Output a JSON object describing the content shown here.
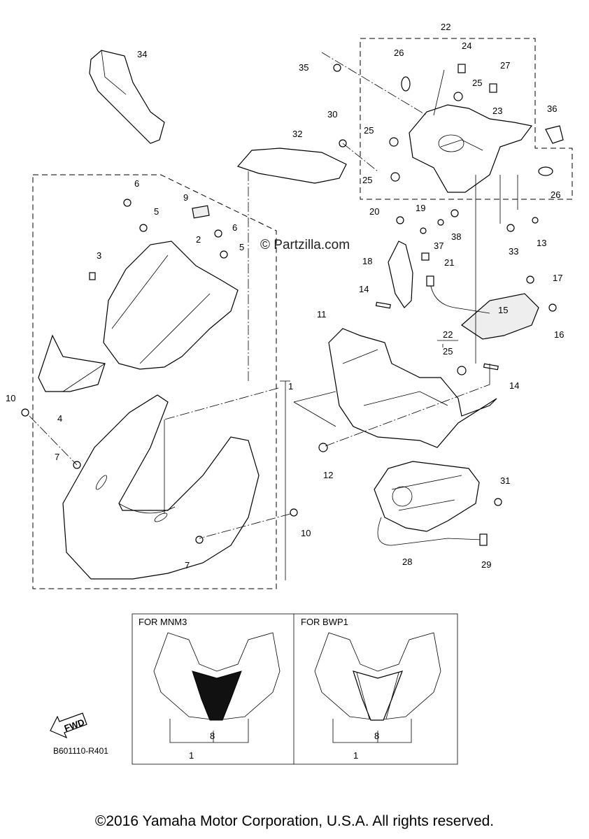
{
  "watermark": "© Partzilla.com",
  "copyright": "©2016 Yamaha Motor Corporation, U.S.A. All rights reserved.",
  "reference_code": "B601110-R401",
  "fwd_label": "FWD",
  "callouts": {
    "c1a": "1",
    "c2": "2",
    "c3": "3",
    "c4": "4",
    "c5a": "5",
    "c5b": "5",
    "c6a": "6",
    "c6b": "6",
    "c7a": "7",
    "c7b": "7",
    "c8a": "8",
    "c8b": "8",
    "c9": "9",
    "c10a": "10",
    "c10b": "10",
    "c11": "11",
    "c12": "12",
    "c13": "13",
    "c14a": "14",
    "c14b": "14",
    "c15": "15",
    "c16": "16",
    "c17": "17",
    "c18": "18",
    "c19": "19",
    "c20": "20",
    "c21": "21",
    "c22a": "22",
    "c22b": "22",
    "c23": "23",
    "c24": "24",
    "c25a": "25",
    "c25b": "25",
    "c25c": "25",
    "c25d": "25",
    "c26a": "26",
    "c26b": "26",
    "c27": "27",
    "c28": "28",
    "c29": "29",
    "c30": "30",
    "c31": "31",
    "c32": "32",
    "c33": "33",
    "c34": "34",
    "c35": "35",
    "c36": "36",
    "c37": "37",
    "c38": "38",
    "c1b": "1",
    "c1c": "1"
  },
  "variants": [
    {
      "title": "FOR  MNM3"
    },
    {
      "title": "FOR  BWP1"
    }
  ]
}
